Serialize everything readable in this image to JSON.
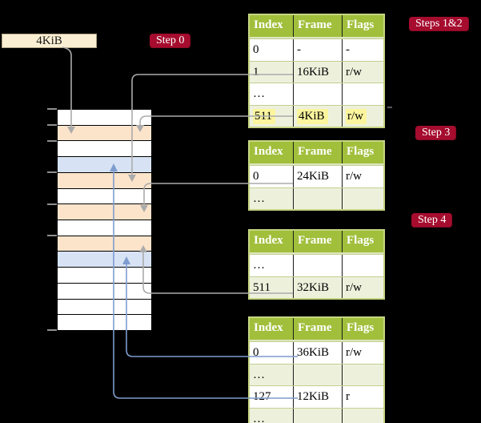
{
  "pointer_box": {
    "label": "4KiB"
  },
  "badges": {
    "step0": "Step 0",
    "steps_1_2": "Steps 1&2",
    "step3": "Step 3",
    "step4": "Step 4"
  },
  "columns": [
    "Index",
    "Frame",
    "Flags"
  ],
  "tables": [
    {
      "name": "table-steps-1-2",
      "rows": [
        {
          "cells": [
            "0",
            "-",
            "-"
          ]
        },
        {
          "cells": [
            "1",
            "16KiB",
            "r/w"
          ]
        },
        {
          "cells": [
            "…",
            "",
            ""
          ]
        },
        {
          "cells": [
            "511",
            "4KiB",
            "r/w"
          ],
          "highlighted": true
        }
      ]
    },
    {
      "name": "table-step-3",
      "rows": [
        {
          "cells": [
            "0",
            "24KiB",
            "r/w"
          ]
        },
        {
          "cells": [
            "…",
            "",
            ""
          ]
        }
      ]
    },
    {
      "name": "table-step-4",
      "rows": [
        {
          "cells": [
            "…",
            "",
            ""
          ]
        },
        {
          "cells": [
            "511",
            "32KiB",
            "r/w"
          ]
        }
      ]
    },
    {
      "name": "table-bottom",
      "rows": [
        {
          "cells": [
            "0",
            "36KiB",
            "r/w"
          ]
        },
        {
          "cells": [
            "…",
            "",
            ""
          ]
        },
        {
          "cells": [
            "127",
            "12KiB",
            "r"
          ]
        },
        {
          "cells": [
            "…",
            "",
            ""
          ]
        }
      ]
    }
  ],
  "memory": {
    "rows": [
      "white",
      "peach",
      "white",
      "blue",
      "peach",
      "white",
      "peach",
      "white",
      "peach",
      "blue",
      "white",
      "white",
      "white",
      "white"
    ]
  },
  "colors": {
    "background": "#000000",
    "table_header_green": "#A1BF3B",
    "table_row_light_green": "#EDF1DC",
    "table_outer_border": "#C6D583",
    "row_separator_olive": "#C2CF92",
    "cell_separator_black": "#1A1A1A",
    "highlight_yellow": "#FBF59E",
    "memory_peach": "#FCE4CB",
    "memory_blue": "#D7E3F4",
    "memory_white": "#FFFFFF",
    "badge_crimson": "#A50C2E",
    "pointer_box_cream": "#FAEFD3",
    "gray_arrow": "#ABABAB",
    "blue_arrow": "#7E9CCE",
    "tick_gray": "#8F8F8F"
  }
}
